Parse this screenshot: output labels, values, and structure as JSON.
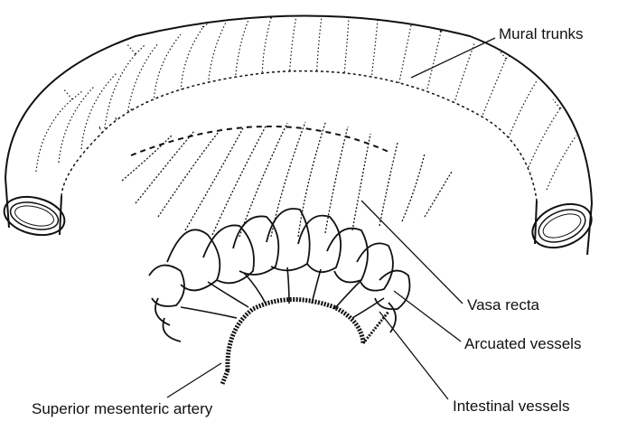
{
  "labels": {
    "mural_trunks": "Mural trunks",
    "vasa_recta": "Vasa recta",
    "arcuated_vessels": "Arcuated vessels",
    "intestinal_vessels": "Intestinal vessels",
    "superior_mesenteric_artery": "Superior mesenteric artery"
  },
  "colors": {
    "ink": "#111111",
    "background": "#ffffff"
  }
}
